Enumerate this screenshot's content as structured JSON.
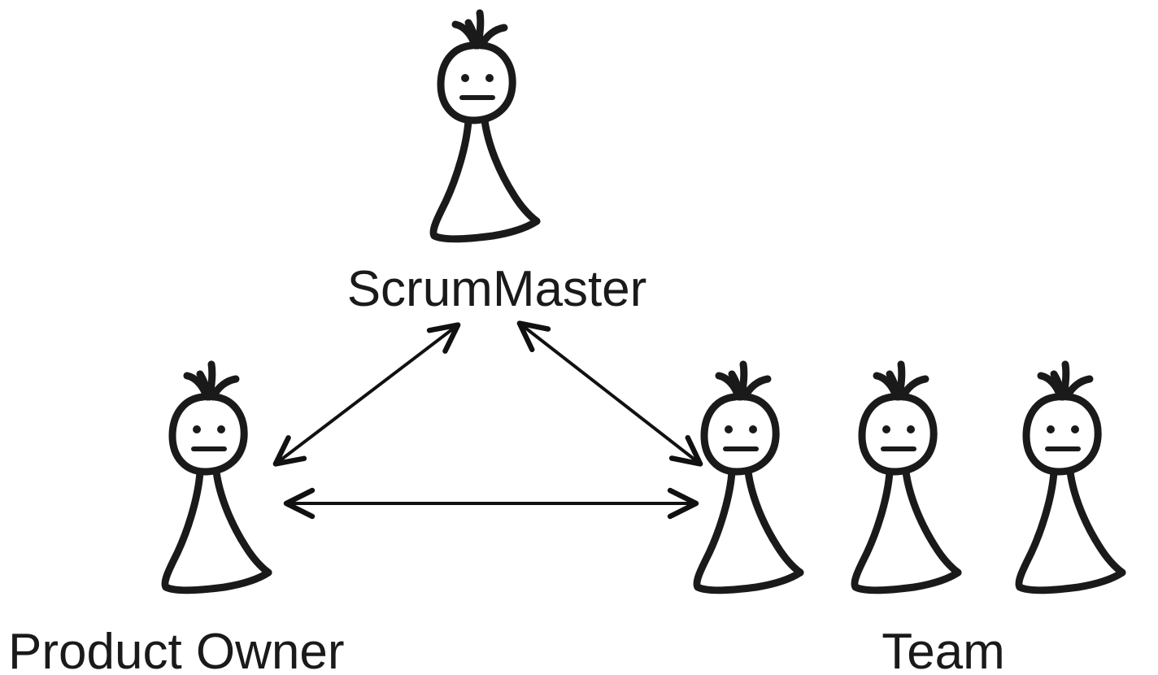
{
  "roles": {
    "scrum_master": "ScrumMaster",
    "product_owner": "Product Owner",
    "team": "Team"
  },
  "colors": {
    "ink": "#1a1a1a",
    "background": "#ffffff"
  },
  "icons": [
    "person-icon",
    "double-arrow-icon"
  ]
}
